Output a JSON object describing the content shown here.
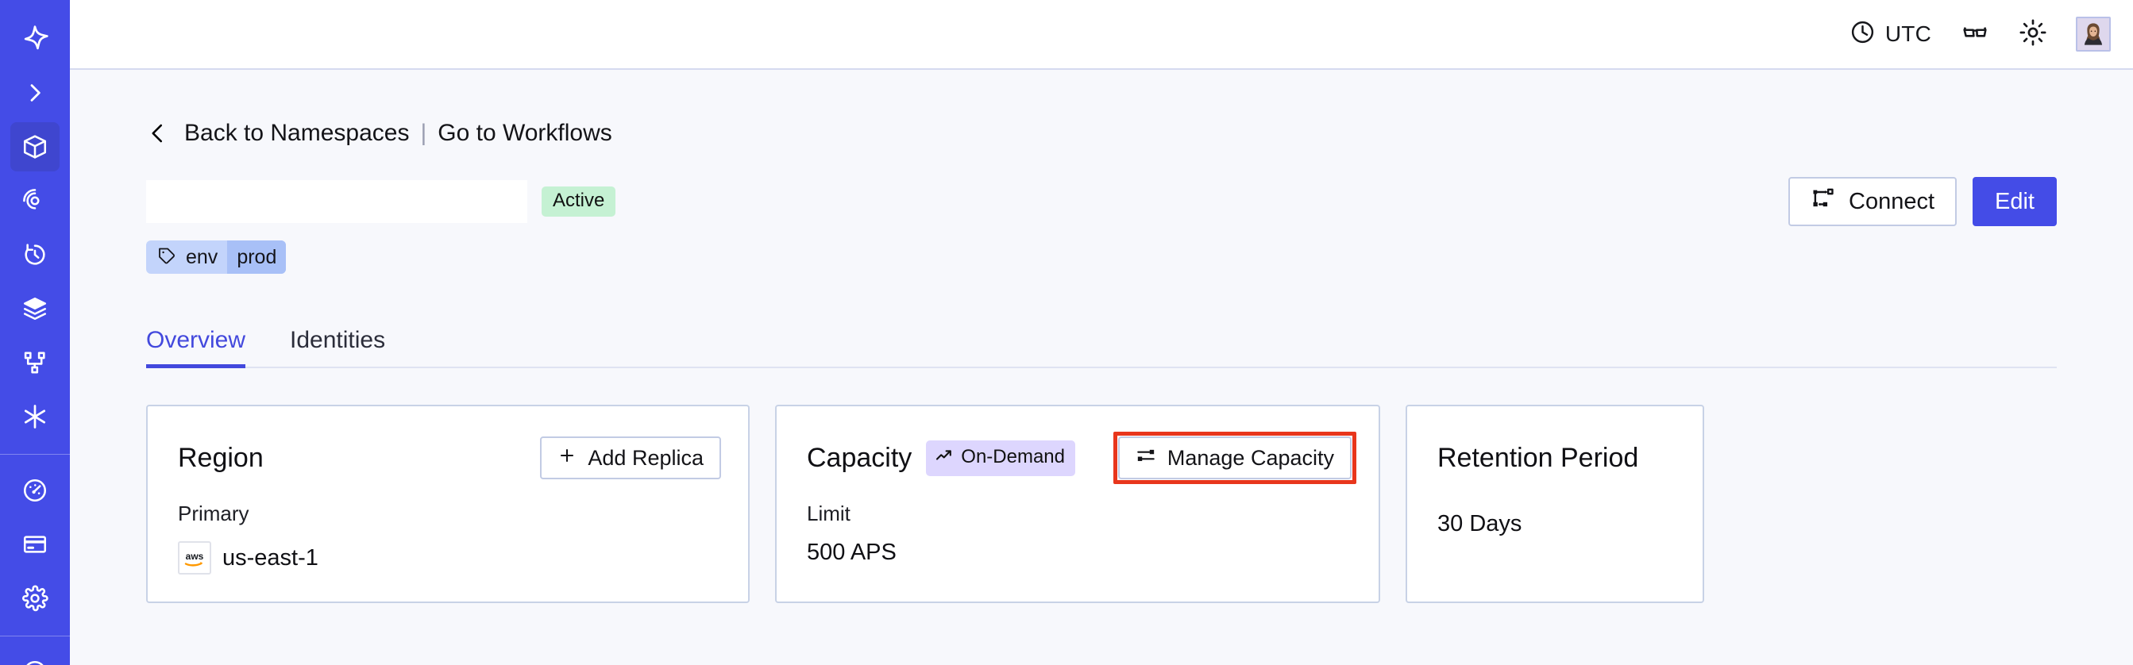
{
  "theme": {
    "brand_indigo": "#444ce7",
    "sidebar_bg": "#444ce7",
    "sidebar_active": "#3f46cf",
    "content_bg": "#f7f8fc",
    "card_border": "#c8d2e6",
    "status_green": "#c5f1d3",
    "badge_purple": "#ddd6fe",
    "tag_blue": "#c3d4fb",
    "tag_value_blue": "#a8c0f7",
    "annotation_red": "#e8361c",
    "tab_active": "#4349dd"
  },
  "sidebar": {
    "logo": {
      "icon": "temporal-logo-icon"
    },
    "expand": {
      "icon": "chevron-right-icon"
    },
    "items": [
      {
        "icon": "cube-icon",
        "name": "namespaces",
        "active": true
      },
      {
        "icon": "eye-target-icon",
        "name": "observability",
        "active": false
      },
      {
        "icon": "timer-icon",
        "name": "schedules",
        "active": false
      },
      {
        "icon": "layers-icon",
        "name": "batch-operations",
        "active": false
      },
      {
        "icon": "git-branch-icon",
        "name": "workflows",
        "active": false
      },
      {
        "icon": "asterisk-icon",
        "name": "nexus",
        "active": false
      }
    ],
    "lower_items": [
      {
        "icon": "gauge-icon",
        "name": "usage",
        "active": false
      },
      {
        "icon": "credit-card-icon",
        "name": "billing",
        "active": false
      },
      {
        "icon": "gear-icon",
        "name": "settings",
        "active": false
      }
    ]
  },
  "topbar": {
    "timezone": {
      "icon": "clock-icon",
      "label": "UTC"
    },
    "glasses": {
      "icon": "glasses-icon"
    },
    "theme_toggle": {
      "icon": "sun-icon"
    },
    "avatar": {
      "icon": "user-avatar"
    }
  },
  "breadcrumb": {
    "back_icon": "chevron-left-icon",
    "back_label": "Back to Namespaces",
    "separator": "|",
    "forward_label": "Go to Workflows"
  },
  "namespace": {
    "title": "",
    "title_redacted": true,
    "status": "Active",
    "tag": {
      "icon": "tag-icon",
      "key": "env",
      "value": "prod"
    }
  },
  "actions": {
    "connect": {
      "icon": "connect-flow-icon",
      "label": "Connect"
    },
    "edit": {
      "label": "Edit"
    }
  },
  "tabs": [
    {
      "label": "Overview",
      "active": true
    },
    {
      "label": "Identities",
      "active": false
    }
  ],
  "cards": {
    "region": {
      "title": "Region",
      "action": {
        "icon": "plus-icon",
        "label": "Add Replica"
      },
      "sub_label": "Primary",
      "provider_icon": "aws-logo-icon",
      "value": "us-east-1"
    },
    "capacity": {
      "title": "Capacity",
      "badge": {
        "icon": "trending-up-icon",
        "label": "On-Demand"
      },
      "action": {
        "icon": "sliders-icon",
        "label": "Manage Capacity"
      },
      "sub_label": "Limit",
      "value": "500 APS",
      "highlighted": true
    },
    "retention": {
      "title": "Retention Period",
      "value": "30 Days"
    }
  }
}
